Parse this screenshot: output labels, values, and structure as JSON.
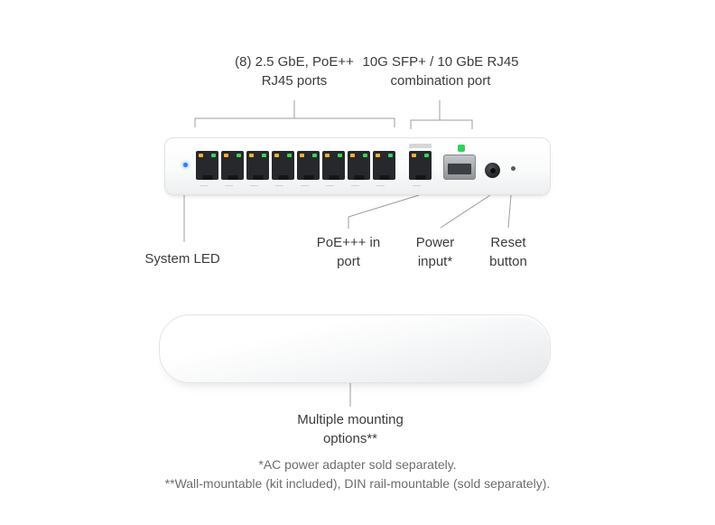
{
  "diagram": {
    "callouts": {
      "ports": {
        "line1": "(8) 2.5 GbE, PoE++",
        "line2": "RJ45 ports"
      },
      "combo": {
        "line1": "10G SFP+ / 10 GbE RJ45",
        "line2": "combination port"
      },
      "system_led": "System LED",
      "poe_in": {
        "line1": "PoE+++ in",
        "line2": "port"
      },
      "power": {
        "line1": "Power",
        "line2": "input*"
      },
      "reset": {
        "line1": "Reset",
        "line2": "button"
      },
      "mounting": {
        "line1": "Multiple mounting",
        "line2": "options**"
      }
    },
    "footnotes": {
      "line1": "*AC power adapter sold separately.",
      "line2": "**Wall-mountable (kit included), DIN rail-mountable (sold separately)."
    },
    "device": {
      "rj45_port_count": 8,
      "colors": {
        "led_orange": "#ffb03a",
        "led_green": "#3fd158",
        "system_led_blue": "#2e7cf6",
        "sfp_led_green": "#30d158",
        "port_body": "#26282c",
        "callout_line": "#9b9da1"
      }
    }
  }
}
